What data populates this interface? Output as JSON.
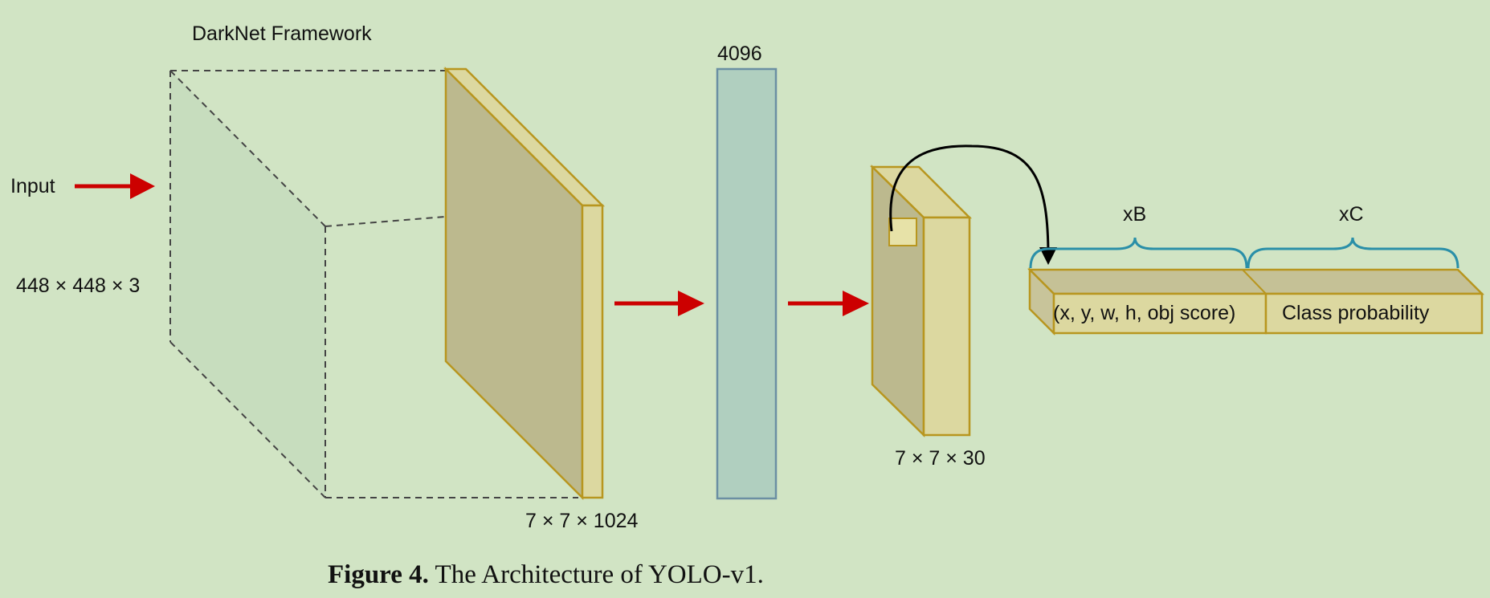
{
  "diagram": {
    "title": "DarkNet Framework",
    "input_label": "Input",
    "input_size": "448 × 448 × 3",
    "feature_size": "7 × 7 × 1024",
    "fc_size": "4096",
    "output_size": "7 × 7 × 30",
    "bbox_repeat": "xB",
    "class_repeat": "xC",
    "bbox_field": "(x, y, w, h, obj score)",
    "class_field": "Class probability"
  },
  "caption": {
    "figure_label": "Figure 4.",
    "text": "The Architecture of YOLO-v1."
  },
  "colors": {
    "background": "#d1e4c4",
    "arrow": "#cc0000",
    "tensor_fill": "#bcb98e",
    "tensor_side": "#dcd8a0",
    "tensor_border": "#b8961f",
    "fc_fill": "#b0cfbf",
    "fc_border": "#6b8fa3",
    "brace": "#2a8fa8",
    "input_face": "#c6dcbd"
  }
}
